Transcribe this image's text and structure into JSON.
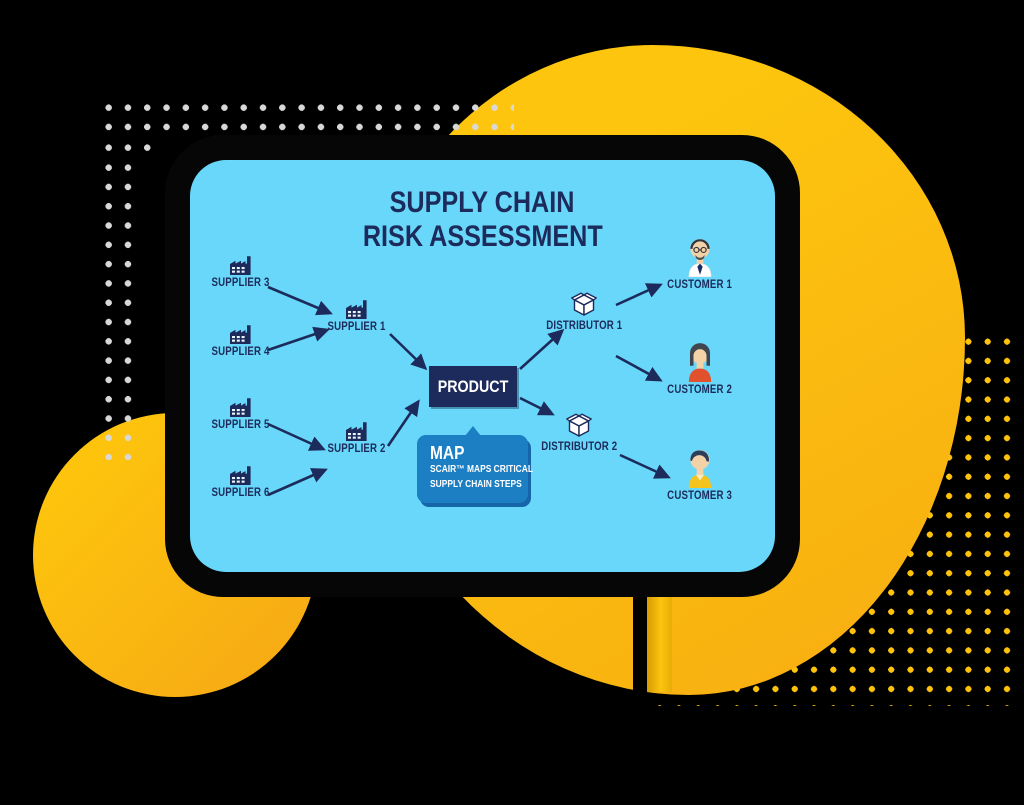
{
  "illustration": {
    "title_line1": "SUPPLY CHAIN",
    "title_line2": "RISK ASSESSMENT",
    "product_label": "PRODUCT",
    "map_callout": {
      "heading": "MAP",
      "line1": "SCAIR™ MAPS CRITICAL",
      "line2": "SUPPLY CHAIN STEPS"
    },
    "nodes": {
      "supplier_1": "SUPPLIER 1",
      "supplier_2": "SUPPLIER 2",
      "supplier_3": "SUPPLIER 3",
      "supplier_4": "SUPPLIER 4",
      "supplier_5": "SUPPLIER 5",
      "supplier_6": "SUPPLIER 6",
      "distributor_1": "DISTRIBUTOR 1",
      "distributor_2": "DISTRIBUTOR 2",
      "customer_1": "CUSTOMER 1",
      "customer_2": "CUSTOMER 2",
      "customer_3": "CUSTOMER 3"
    },
    "colors": {
      "background": "#000000",
      "screen_blue": "#68D7F9",
      "navy": "#1C2B5B",
      "map_blue": "#1C7EC3",
      "accent_yellow": "#FCBE0D",
      "dot_white": "#D8D8D8",
      "dot_yellow": "#FFC30B",
      "customer2_shirt": "#E2512D",
      "customer3_shirt": "#F3C41D"
    }
  }
}
